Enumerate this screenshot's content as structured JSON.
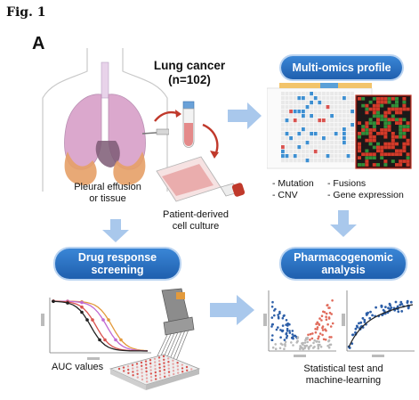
{
  "figure": {
    "fig_label": "Fig. 1",
    "panel_label": "A"
  },
  "cohort": {
    "title_line1": "Lung cancer",
    "title_line2": "(n=102)"
  },
  "captions": {
    "specimen_line1": "Pleural effusion",
    "specimen_line2": "or tissue",
    "culture_line1": "Patient-derived",
    "culture_line2": "cell culture",
    "auc": "AUC values",
    "analysis_line1": "Statistical test and",
    "analysis_line2": "machine-learning"
  },
  "pills": {
    "multiomics": "Multi-omics profile",
    "drug_line1": "Drug response",
    "drug_line2": "screening",
    "pharma_line1": "Pharmacogenomic",
    "pharma_line2": "analysis"
  },
  "features": {
    "mutation": "- Mutation",
    "cnv": "- CNV",
    "fusions": "- Fusions",
    "expression": "- Gene expression"
  },
  "colors": {
    "pill_blue": "#2a6fc4",
    "arrow_blue": "#a9c8ec",
    "arrow_red": "#c0392b",
    "lung_pink": "#d9a3c9",
    "effusion_orange": "#e39a5a"
  }
}
